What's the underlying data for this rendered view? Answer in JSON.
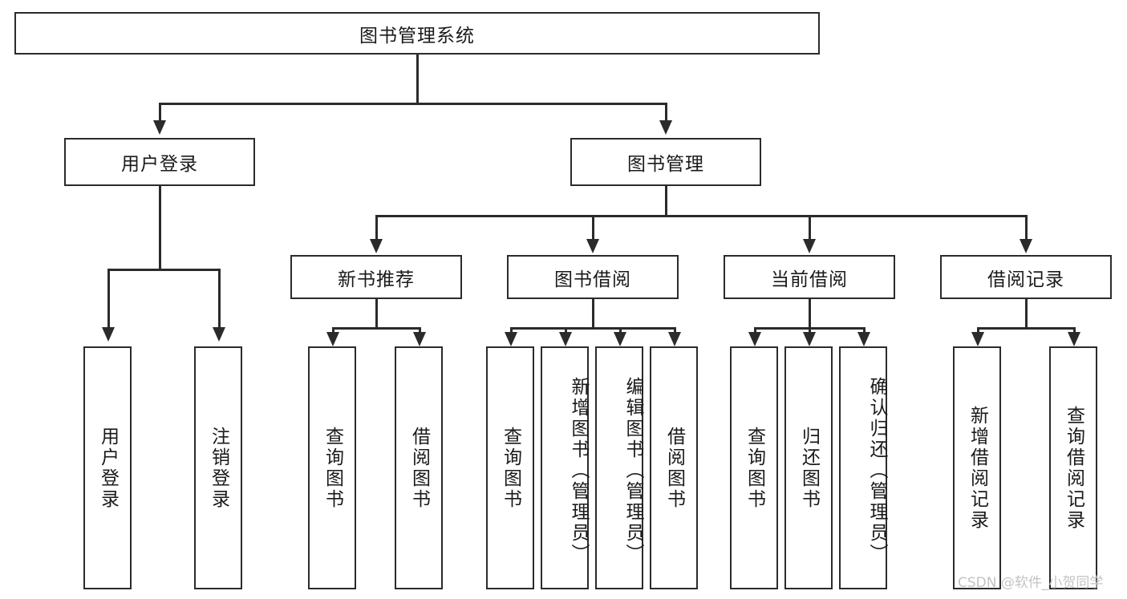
{
  "diagram": {
    "title": "图书管理系统",
    "type": "hierarchy-tree",
    "levels": {
      "root": {
        "label": "图书管理系统"
      },
      "level2": [
        {
          "id": "user-login",
          "label": "用户登录"
        },
        {
          "id": "book-management",
          "label": "图书管理"
        }
      ],
      "level3": [
        {
          "id": "new-book-recommend",
          "label": "新书推荐",
          "parent": "book-management"
        },
        {
          "id": "book-borrow",
          "label": "图书借阅",
          "parent": "book-management"
        },
        {
          "id": "current-borrow",
          "label": "当前借阅",
          "parent": "book-management"
        },
        {
          "id": "borrow-record",
          "label": "借阅记录",
          "parent": "book-management"
        }
      ],
      "leaves": {
        "user_login": [
          {
            "id": "leaf-user-login",
            "label": "用户登录"
          },
          {
            "id": "leaf-logout-login",
            "label": "注销登录"
          }
        ],
        "new_book_recommend": [
          {
            "id": "leaf-query-book-1",
            "label": "查询图书"
          },
          {
            "id": "leaf-borrow-book-1",
            "label": "借阅图书"
          }
        ],
        "book_borrow": [
          {
            "id": "leaf-query-book-2",
            "label": "查询图书"
          },
          {
            "id": "leaf-add-book",
            "label": "新增图书（管理员）"
          },
          {
            "id": "leaf-edit-book",
            "label": "编辑图书（管理员）"
          },
          {
            "id": "leaf-borrow-book-2",
            "label": "借阅图书"
          }
        ],
        "current_borrow": [
          {
            "id": "leaf-query-book-3",
            "label": "查询图书"
          },
          {
            "id": "leaf-return-book",
            "label": "归还图书"
          },
          {
            "id": "leaf-confirm-return",
            "label": "确认归还（管理员）"
          }
        ],
        "borrow_record": [
          {
            "id": "leaf-add-record",
            "label": "新增借阅记录"
          },
          {
            "id": "leaf-query-record",
            "label": "查询借阅记录"
          }
        ]
      }
    },
    "colors": {
      "border": "#2b2b2b",
      "background": "#ffffff",
      "text": "#1a1a1a",
      "watermark": "#c3c3c3"
    }
  },
  "watermark": {
    "text": "CSDN @软件_小贺同学"
  }
}
